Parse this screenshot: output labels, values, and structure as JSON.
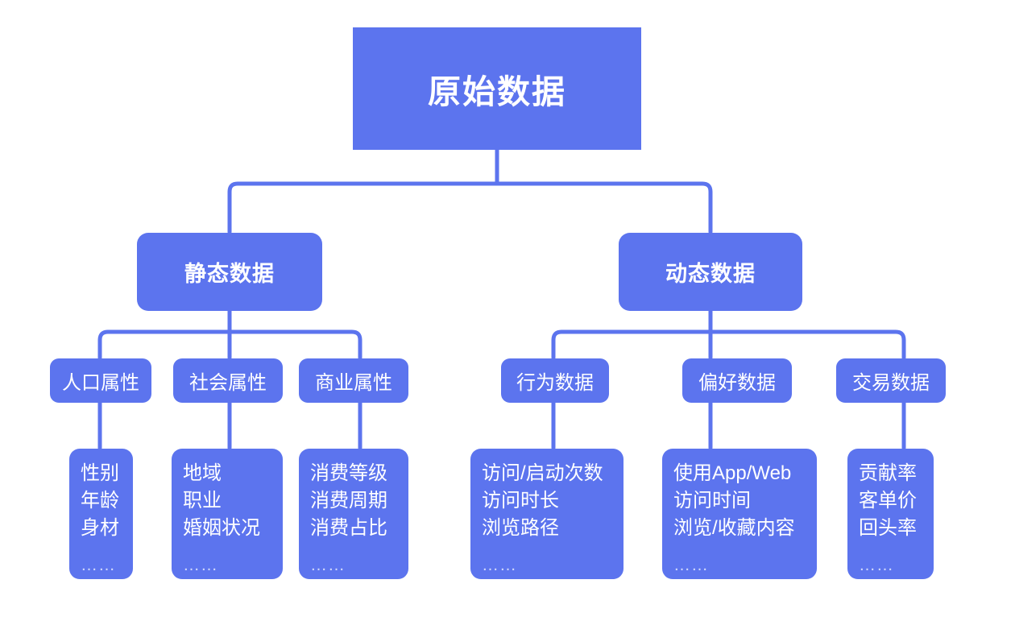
{
  "diagram": {
    "title_node": "原始数据",
    "accent_color": "#5c74ee",
    "background_color": "#ffffff",
    "text_color": "#ffffff",
    "connector_color": "#5c74ee"
  },
  "level2": {
    "static": "静态数据",
    "dynamic": "动态数据"
  },
  "level3": {
    "demographic": "人口属性",
    "social": "社会属性",
    "commercial": "商业属性",
    "behavior": "行为数据",
    "preference": "偏好数据",
    "transaction": "交易数据"
  },
  "leaves": {
    "demographic": {
      "lines": [
        "性别",
        "年龄",
        "身材"
      ],
      "ellipsis": "……"
    },
    "social": {
      "lines": [
        "地域",
        "职业",
        "婚姻状况"
      ],
      "ellipsis": "……"
    },
    "commercial": {
      "lines": [
        "消费等级",
        "消费周期",
        "消费占比"
      ],
      "ellipsis": "……"
    },
    "behavior": {
      "lines": [
        "访问/启动次数",
        "访问时长",
        "浏览路径"
      ],
      "ellipsis": "……"
    },
    "preference": {
      "lines": [
        "使用App/Web",
        "访问时间",
        "浏览/收藏内容"
      ],
      "ellipsis": "……"
    },
    "transaction": {
      "lines": [
        "贡献率",
        "客单价",
        "回头率"
      ],
      "ellipsis": "……"
    }
  }
}
